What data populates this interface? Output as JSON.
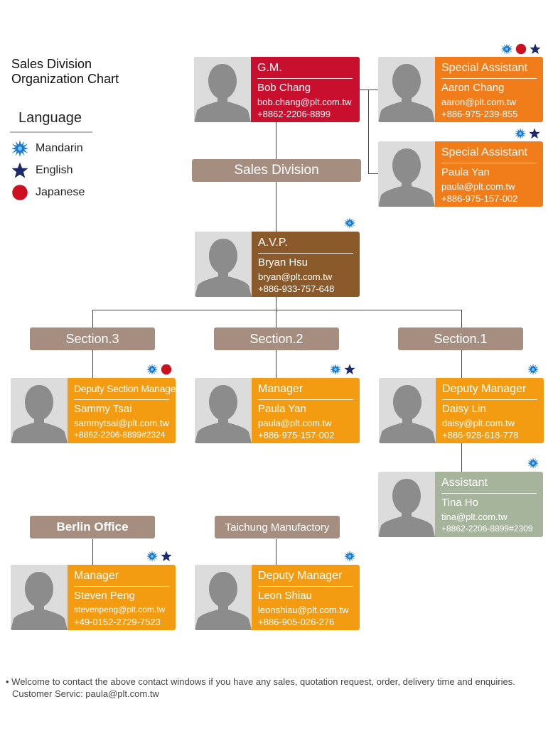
{
  "title": {
    "line1": "Sales Division",
    "line2": "Organization Chart"
  },
  "legend": {
    "heading": "Language",
    "items": [
      {
        "label": "Mandarin",
        "icon": "mandarin-starburst-icon",
        "color": "#1a7bd0"
      },
      {
        "label": "English",
        "icon": "english-star-icon",
        "color": "#1c2a6d"
      },
      {
        "label": "Japanese",
        "icon": "japanese-circle-icon",
        "color": "#cc1020"
      }
    ]
  },
  "colors": {
    "gm": "#c8102e",
    "avp": "#8b5a2b",
    "orange": "#f39c12",
    "assistant": "#a7b49c",
    "special": "#f07c1a",
    "section": "#a58e7f"
  },
  "gm": {
    "role": "G.M.",
    "name": "Bob Chang",
    "email": "bob.chang@plt.com.tw",
    "phone": "+8862-2206-8899"
  },
  "special1": {
    "role": "Special Assistant",
    "name": "Aaron Chang",
    "email": "aaron@plt.com.tw",
    "phone": "+886-975-239-855"
  },
  "special2": {
    "role": "Special Assistant",
    "name": "Paula Yan",
    "email": "paula@plt.com.tw",
    "phone": "+886-975-157-002"
  },
  "sales_division": "Sales Division",
  "avp": {
    "role": "A.V.P.",
    "name": "Bryan Hsu",
    "email": "bryan@plt.com.tw",
    "phone": "+886-933-757-648"
  },
  "sections": {
    "s3": "Section.3",
    "s2": "Section.2",
    "s1": "Section.1"
  },
  "sec3_card": {
    "role": "Deputy Section Manager",
    "name": "Sammy Tsai",
    "email": "sammytsai@plt.com.tw",
    "phone": "+8862-2206-8899#2324"
  },
  "sec2_card": {
    "role": "Manager",
    "name": "Paula Yan",
    "email": "paula@plt.com.tw",
    "phone": "+886-975-157-002"
  },
  "sec1_card": {
    "role": "Deputy Manager",
    "name": "Daisy Lin",
    "email": "daisy@plt.com.tw",
    "phone": "+886-928-618-778"
  },
  "assistant": {
    "role": "Assistant",
    "name": "Tina Ho",
    "email": "tina@plt.com.tw",
    "phone": "+8862-2206-8899#2309"
  },
  "offices": {
    "berlin": "Berlin Office",
    "taichung": "Taichung Manufactory"
  },
  "berlin_card": {
    "role": "Manager",
    "name": "Steven Peng",
    "email": "stevenpeng@plt.com.tw",
    "phone": "+49-0152-2729-7523"
  },
  "taichung_card": {
    "role": "Deputy Manager",
    "name": "Leon Shiau",
    "email": "leonshiau@plt.com.tw",
    "phone": "+886-905-026-276"
  },
  "footer": {
    "line1": "Welcome to contact the above contact windows if you have any sales, quotation request, order, delivery time and enquiries.",
    "line2": "Customer Servic: paula@plt.com.tw"
  }
}
